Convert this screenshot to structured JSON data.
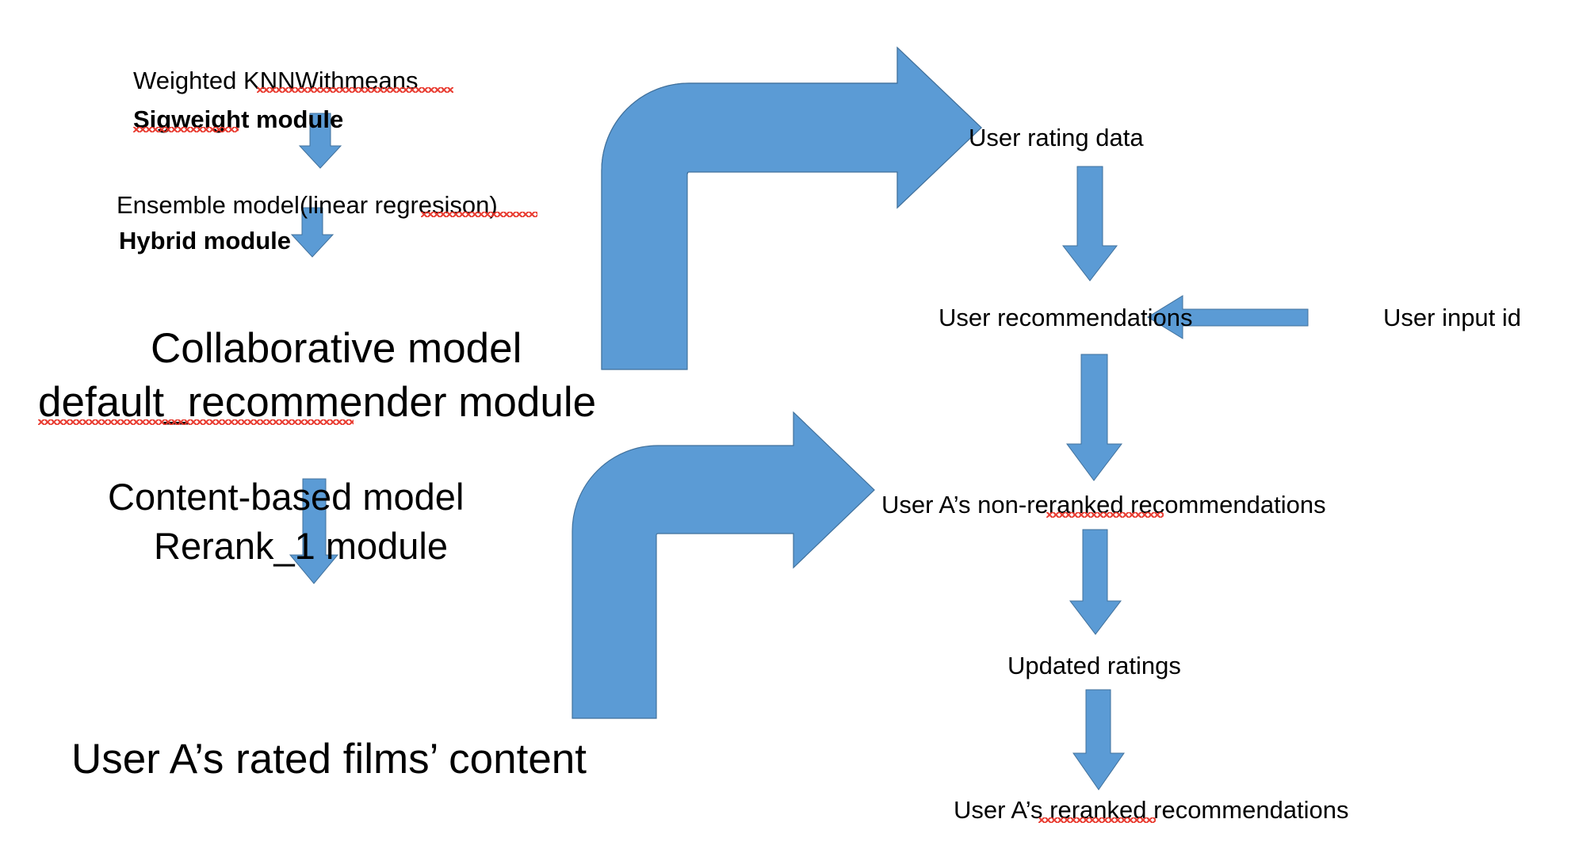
{
  "diagram": {
    "title": "Recommender system module pipeline",
    "accent_color": "#5B9BD5",
    "accent_outline": "#41719C",
    "background": "#FFFFFF",
    "spell_error_color": "#E8352A"
  },
  "left_column": {
    "node_1_line_1": "Weighted KNNWithmeans",
    "node_1_line_2": "Sigweight module",
    "node_2_line_1": "Ensemble model(linear regresison)",
    "node_2_line_2": "Hybrid module",
    "node_3_line_1": "Collaborative model",
    "node_3_line_2": "default_recommender module",
    "node_4_line_1": "Content-based model",
    "node_4_line_2": "Rerank_1 module",
    "node_5": "User A’s rated films’ content"
  },
  "right_column": {
    "node_1": "User rating data",
    "node_2": "User recommendations",
    "node_3": "User A’s non-reranked recommendations",
    "node_4": "Updated ratings",
    "node_5": "User A’s reranked recommendations"
  },
  "side_input": {
    "label": "User input id"
  },
  "connectors": [
    {
      "name": "sigweight-to-hybrid",
      "type": "down-arrow"
    },
    {
      "name": "hybrid-to-collaborative",
      "type": "down-arrow"
    },
    {
      "name": "rerank-to-rated-films",
      "type": "down-arrow"
    },
    {
      "name": "collaborative-to-user-rating-data",
      "type": "bent-up-right-arrow"
    },
    {
      "name": "content-based-to-non-reranked",
      "type": "bent-up-right-arrow"
    },
    {
      "name": "user-rating-data-to-recommendations",
      "type": "down-arrow"
    },
    {
      "name": "user-input-id-to-recommendations",
      "type": "left-arrow"
    },
    {
      "name": "recommendations-to-non-reranked",
      "type": "down-arrow"
    },
    {
      "name": "non-reranked-to-updated-ratings",
      "type": "down-arrow"
    },
    {
      "name": "updated-ratings-to-reranked",
      "type": "down-arrow"
    }
  ]
}
